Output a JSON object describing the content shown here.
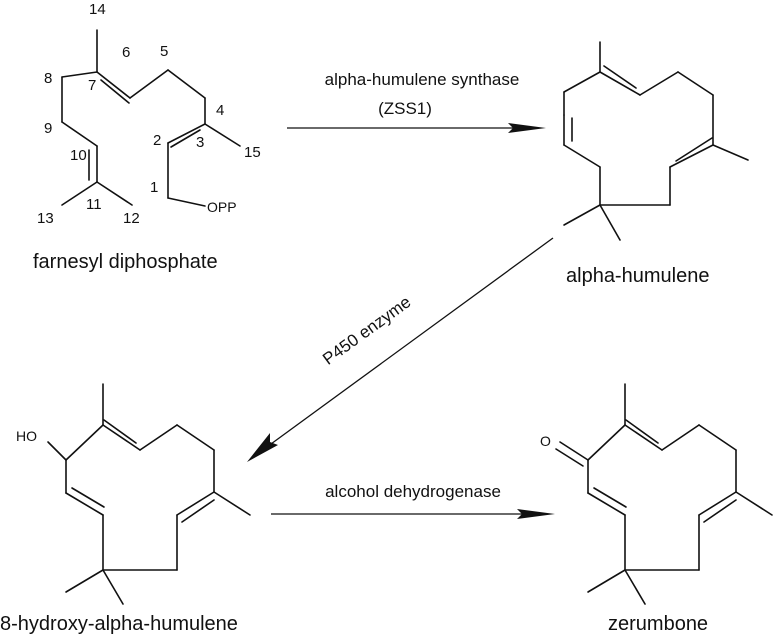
{
  "molecules": {
    "fpp": {
      "name": "farnesyl diphosphate",
      "group_label": "OPP",
      "atom_numbers": [
        "1",
        "2",
        "3",
        "4",
        "5",
        "6",
        "7",
        "8",
        "9",
        "10",
        "11",
        "12",
        "13",
        "14",
        "15"
      ]
    },
    "humulene": {
      "name": "alpha-humulene"
    },
    "hydroxy": {
      "name": "8-hydroxy-alpha-humulene",
      "group_label": "HO"
    },
    "zerumbone": {
      "name": "zerumbone",
      "group_label": "O"
    }
  },
  "reactions": {
    "r1": {
      "enzyme": "alpha-humulene synthase",
      "gene": "(ZSS1)"
    },
    "r2": {
      "enzyme": "P450 enzyme"
    },
    "r3": {
      "enzyme": "alcohol dehydrogenase"
    }
  }
}
